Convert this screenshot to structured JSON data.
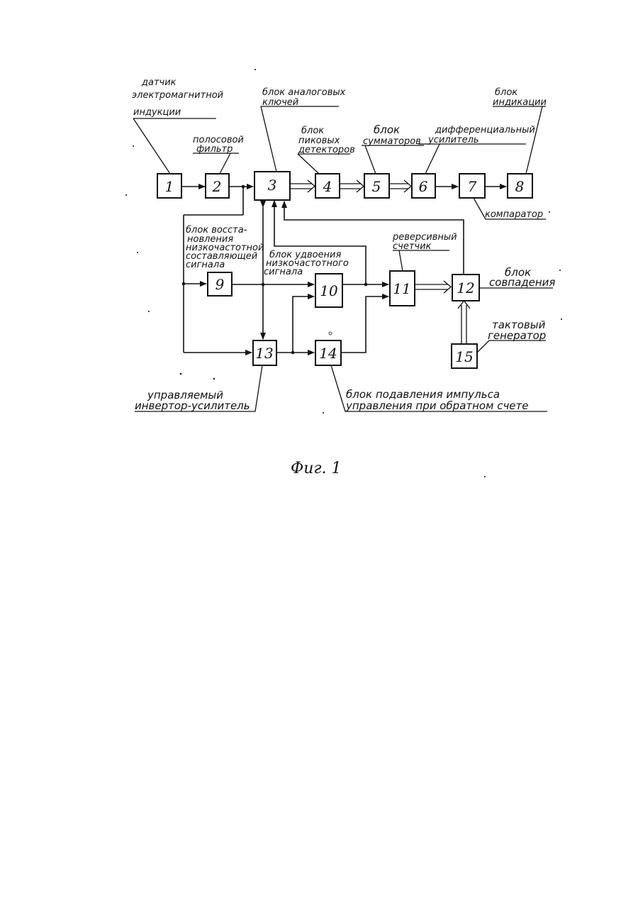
{
  "blocks": [
    {
      "id": "1",
      "label": "1"
    },
    {
      "id": "2",
      "label": "2"
    },
    {
      "id": "3",
      "label": "3"
    },
    {
      "id": "4",
      "label": "4"
    },
    {
      "id": "5",
      "label": "5"
    },
    {
      "id": "6",
      "label": "6"
    },
    {
      "id": "7",
      "label": "7"
    },
    {
      "id": "8",
      "label": "8"
    },
    {
      "id": "9",
      "label": "9"
    },
    {
      "id": "10",
      "label": "10"
    },
    {
      "id": "11",
      "label": "11"
    },
    {
      "id": "12",
      "label": "12"
    },
    {
      "id": "13",
      "label": "13"
    },
    {
      "id": "14",
      "label": "14"
    },
    {
      "id": "15",
      "label": "15"
    }
  ],
  "labels": {
    "sensor": [
      "датчик",
      "электромагнитной",
      "индукции"
    ],
    "bandpass": [
      "полосовой",
      "фильтр"
    ],
    "analog_keys": [
      "блок аналоговых",
      "ключей"
    ],
    "peak_detectors": [
      "блок",
      "пиковых",
      "детекторов"
    ],
    "adders": [
      "блок",
      "сумматоров"
    ],
    "diff_amp": [
      "дифференциальный",
      "усилитель"
    ],
    "indication": [
      "блок",
      "индикации"
    ],
    "comparator": [
      "компаратор"
    ],
    "lf_restore": [
      "блок восста-",
      "новления",
      "низкочастотной",
      "составляющей",
      "сигнала"
    ],
    "lf_doubling": [
      "блок удвоения",
      "низкочастотного",
      "сигнала"
    ],
    "rev_counter": [
      "реверсивный",
      "счетчик"
    ],
    "coincidence": [
      "блок",
      "совпадения"
    ],
    "clock_gen": [
      "тактовый",
      "генератор"
    ],
    "inverter_amp": [
      "управляемый",
      "инвертор-усилитель"
    ],
    "pulse_suppress": [
      "блок подавления импульса",
      "управления при обратном счете"
    ]
  },
  "caption": "Фиг. 1"
}
